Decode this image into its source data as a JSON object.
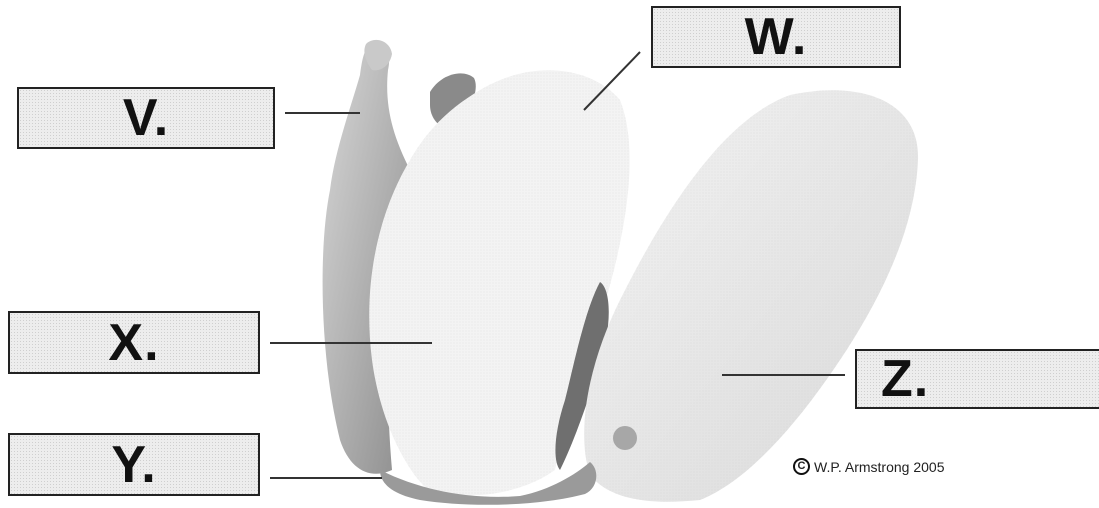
{
  "labels": {
    "v": "V.",
    "w": "W.",
    "x": "X.",
    "y": "Y.",
    "z": "Z."
  },
  "credit": {
    "text": "W.P. Armstrong 2005",
    "icon": "copyright-icon"
  },
  "colors": {
    "petal_light": "#f2f2f2",
    "petal_shade": "#bdbdbd",
    "petal_dark": "#7a7a7a",
    "leader_line": "#333333"
  }
}
